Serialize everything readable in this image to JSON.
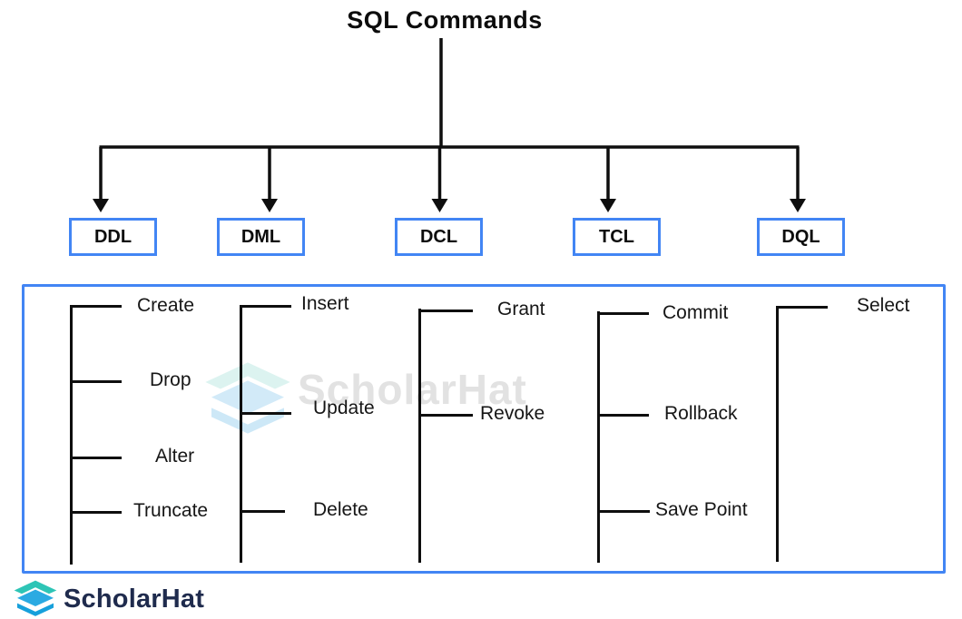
{
  "title": "SQL Commands",
  "tree": {
    "categories": [
      {
        "label": "DDL",
        "items": [
          "Create",
          "Drop",
          "Alter",
          "Truncate"
        ]
      },
      {
        "label": "DML",
        "items": [
          "Insert",
          "Update",
          "Delete"
        ]
      },
      {
        "label": "DCL",
        "items": [
          "Grant",
          "Revoke"
        ]
      },
      {
        "label": "TCL",
        "items": [
          "Commit",
          "Rollback",
          "Save Point"
        ]
      },
      {
        "label": "DQL",
        "items": [
          "Select"
        ]
      }
    ]
  },
  "watermark": {
    "text": "ScholarHat"
  },
  "footer": {
    "brand": "ScholarHat"
  },
  "icons": {
    "footer_logo": "scholarhat-layered-hat-icon",
    "watermark_logo": "scholarhat-layered-hat-icon"
  },
  "colors": {
    "accent_blue": "#4285F4",
    "line_black": "#0e0e0e",
    "logo_teal": "#2EC5B6",
    "logo_blue": "#2BAAE2",
    "logo_dark_blue": "#17A0DB",
    "logo_navy": "#1F2B4D",
    "watermark_gray": "#e2e2e2"
  }
}
